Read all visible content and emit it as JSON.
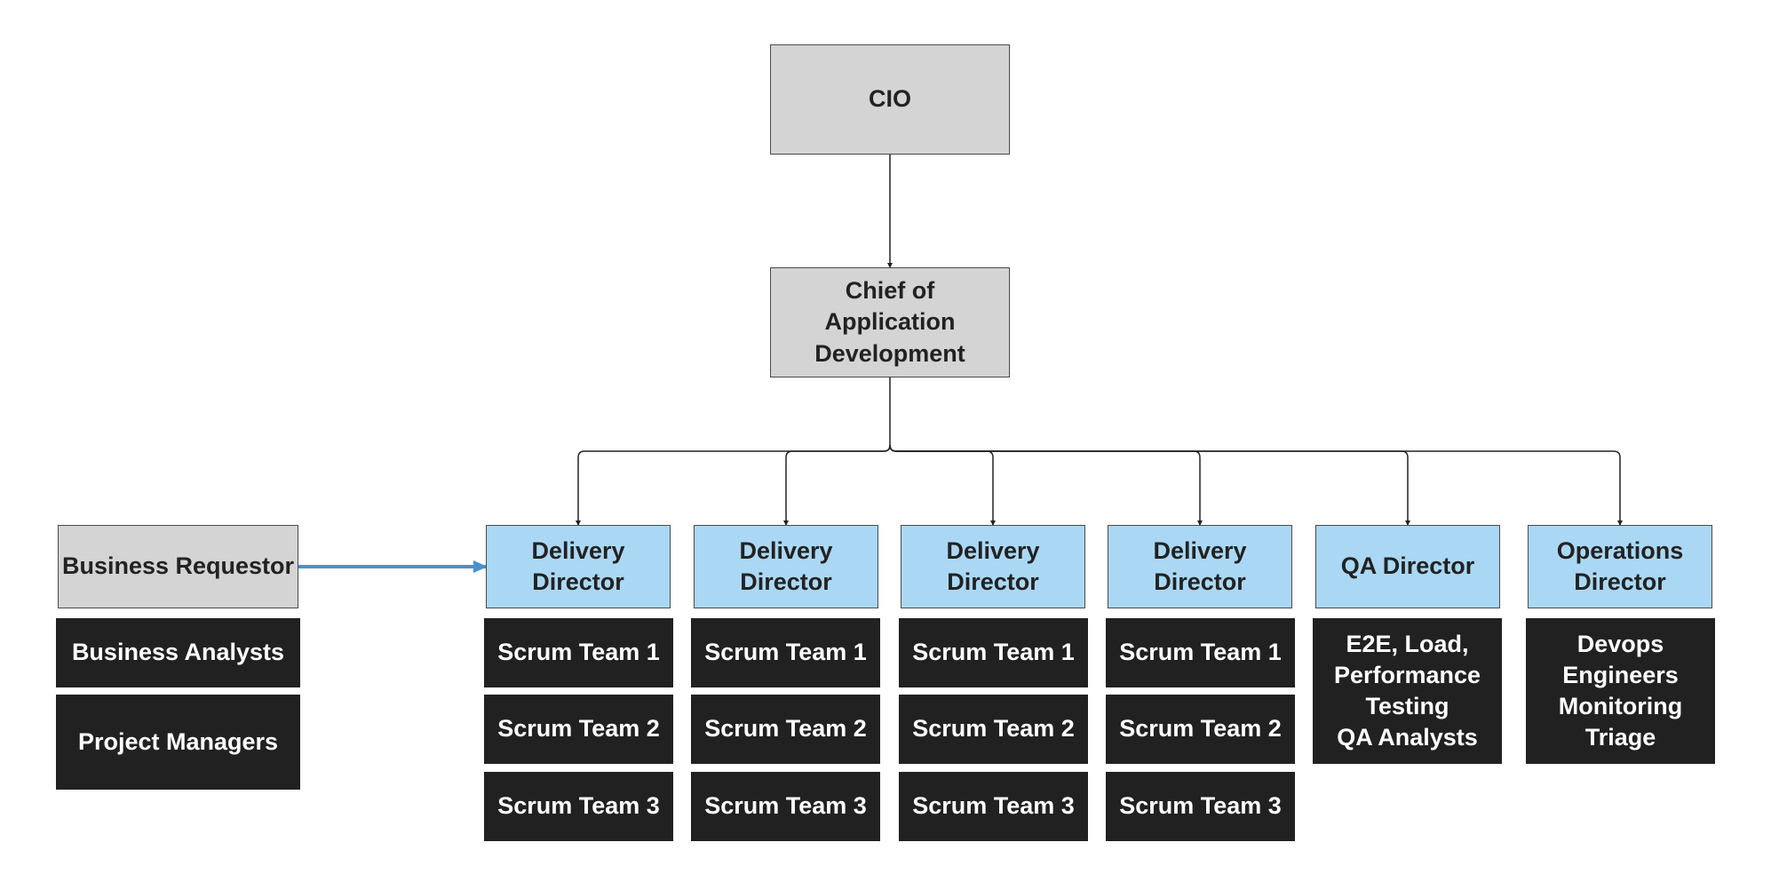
{
  "colors": {
    "executive_fill": "#d4d4d4",
    "director_fill": "#aad8f4",
    "team_fill": "#212121",
    "connector": "#222222",
    "requestor_arrow": "#4a90d0"
  },
  "nodes": {
    "cio": "CIO",
    "chief_app_dev": "Chief of\nApplication\nDevelopment",
    "business_requestor": "Business Requestor",
    "business_analysts": "Business Analysts",
    "project_managers": "Project Managers",
    "delivery_director_1": "Delivery\nDirector",
    "delivery_director_2": "Delivery\nDirector",
    "delivery_director_3": "Delivery\nDirector",
    "delivery_director_4": "Delivery\nDirector",
    "qa_director": "QA Director",
    "operations_director": "Operations\nDirector",
    "scrum_1_team_1": "Scrum Team 1",
    "scrum_1_team_2": "Scrum Team 2",
    "scrum_1_team_3": "Scrum Team 3",
    "scrum_2_team_1": "Scrum Team 1",
    "scrum_2_team_2": "Scrum Team 2",
    "scrum_2_team_3": "Scrum Team 3",
    "scrum_3_team_1": "Scrum Team 1",
    "scrum_3_team_2": "Scrum Team 2",
    "scrum_3_team_3": "Scrum Team 3",
    "scrum_4_team_1": "Scrum Team 1",
    "scrum_4_team_2": "Scrum Team 2",
    "scrum_4_team_3": "Scrum Team 3",
    "qa_teams": "E2E, Load,\nPerformance\nTesting\nQA Analysts",
    "ops_teams": "Devops\nEngineers\nMonitoring\nTriage"
  }
}
